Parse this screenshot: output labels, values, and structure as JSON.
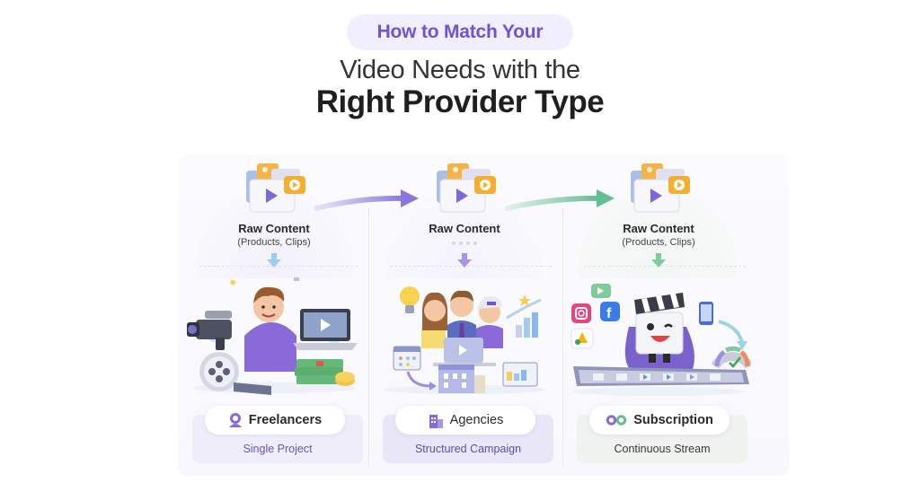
{
  "header": {
    "pill_text": "How to Match Your",
    "title_line1": "Video Needs with the",
    "title_line2": "Right Provider Type"
  },
  "colors": {
    "accent_purple": "#6a55d8",
    "arrow_purple": "#8b76dc",
    "arrow_green": "#62bf8f",
    "down_arrow_blue": "#9ccdf0",
    "down_arrow_purple": "#a993e6",
    "down_arrow_green": "#7fcb9c"
  },
  "flow": [
    {
      "from": "freelancers",
      "to": "agencies",
      "arrow_color": "purple"
    },
    {
      "from": "agencies",
      "to": "subscription",
      "arrow_color": "green"
    }
  ],
  "columns": [
    {
      "id": "freelancers",
      "raw_title": "Raw Content",
      "raw_sub": "(Products, Clips)",
      "illustration": "freelancer-with-camera-laptop-film-reel-cash",
      "icon": "person-icon",
      "name": "Freelancers",
      "tagline": "Single Project"
    },
    {
      "id": "agencies",
      "raw_title": "Raw Content",
      "raw_sub": "",
      "illustration": "agency-team-laptop-building-calendar-chart",
      "icon": "building-icon",
      "name": "Agencies",
      "tagline": "Structured Campaign"
    },
    {
      "id": "subscription",
      "raw_title": "Raw Content",
      "raw_sub": "(Products, Clips)",
      "illustration": "clapperboard-mascot-social-icons-filmstrip-gauge",
      "icon": "infinity-icon",
      "name": "Subscription",
      "tagline": "Continuous Stream"
    }
  ]
}
